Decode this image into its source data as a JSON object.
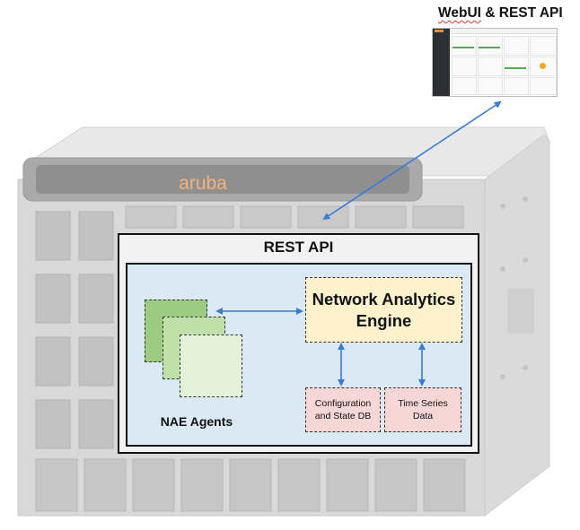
{
  "webui": {
    "title_part1": "WebUI",
    "title_part2": " & REST API"
  },
  "chassis": {
    "brand": "aruba"
  },
  "rest_api": {
    "title": "REST API"
  },
  "agents": {
    "label": "NAE Agents"
  },
  "engine": {
    "label": "Network Analytics\nEngine"
  },
  "config_db": {
    "label": "Configuration\nand State DB"
  },
  "time_series": {
    "label": "Time Series\nData"
  },
  "colors": {
    "arrow": "#3a7bd5",
    "brand_orange": "#f28c28",
    "engine_fill": "#fdf2cc",
    "db_fill": "#f7d6d6",
    "inner_fill": "#dbe9f5",
    "agent_dark": "#9ccc80",
    "agent_mid": "#bfe0a8",
    "agent_light": "#e4f2da"
  }
}
